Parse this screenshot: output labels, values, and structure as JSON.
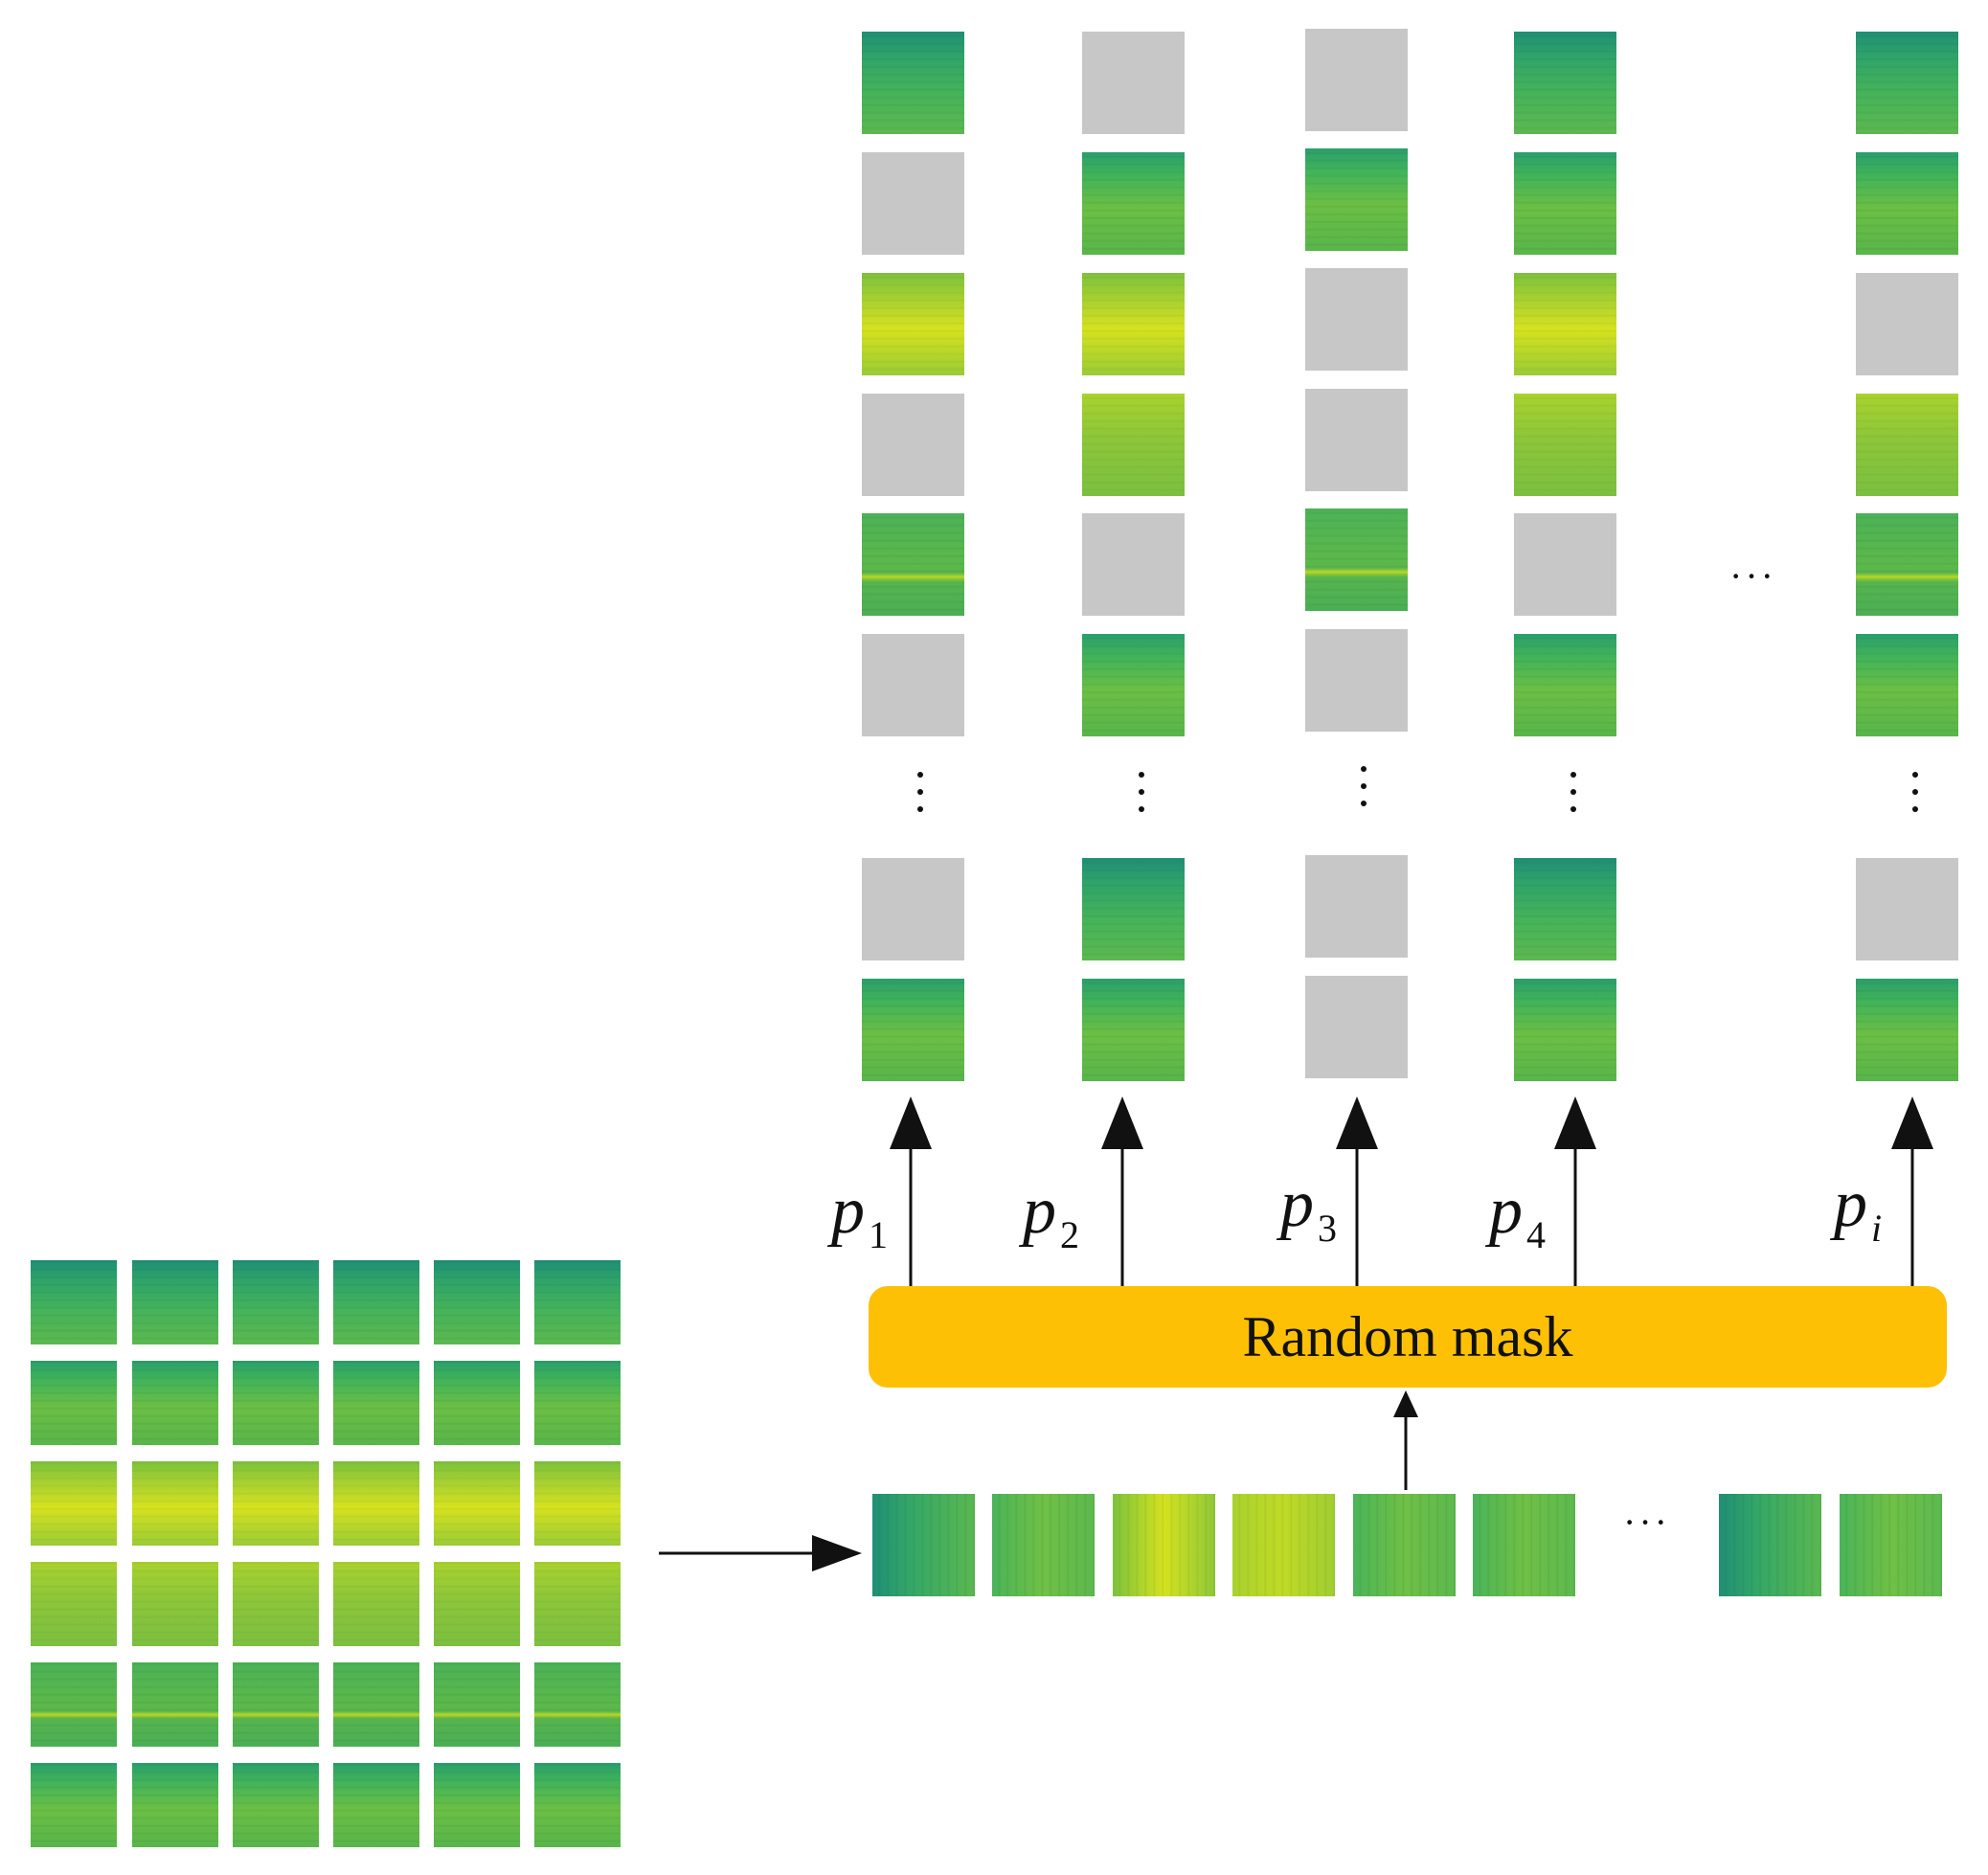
{
  "mask_label": "Random mask",
  "ellipsis": "···",
  "position_labels": [
    {
      "base": "p",
      "sub": "1"
    },
    {
      "base": "p",
      "sub": "2"
    },
    {
      "base": "p",
      "sub": "3"
    },
    {
      "base": "p",
      "sub": "4"
    },
    {
      "base": "p",
      "sub": "i"
    }
  ],
  "colors": {
    "mask_tile": "#c7c7c7",
    "mask_box": "#fdc005",
    "arrow": "#111111"
  }
}
